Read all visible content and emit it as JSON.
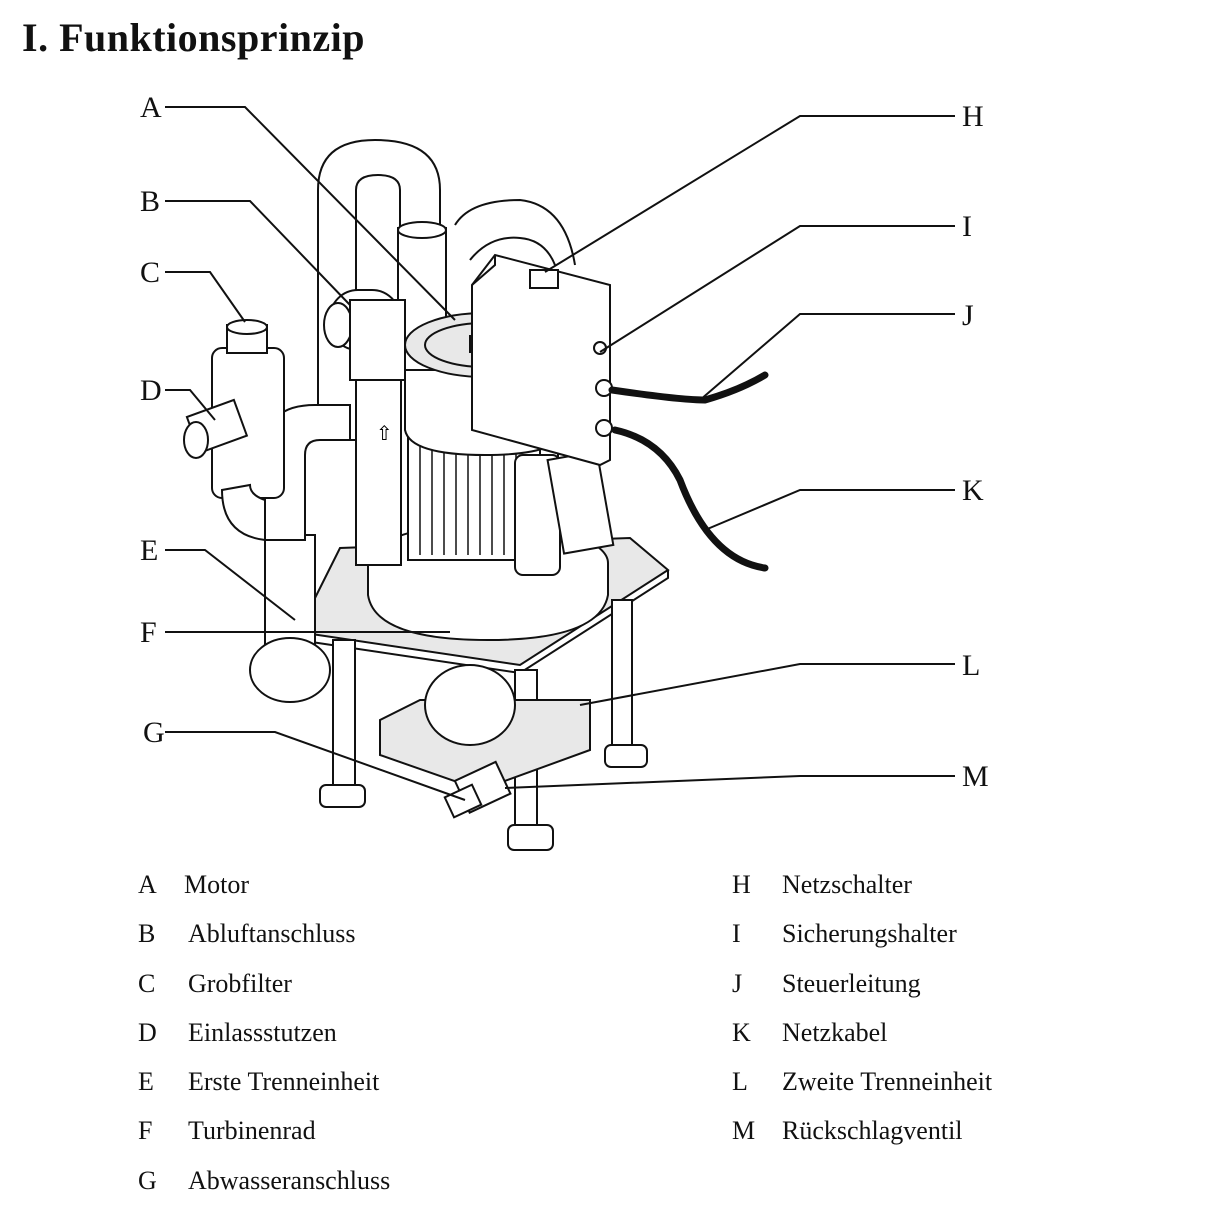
{
  "title": "I. Funktionsprinzip",
  "callouts": {
    "A": "A",
    "B": "B",
    "C": "C",
    "D": "D",
    "E": "E",
    "F": "F",
    "G": "G",
    "H": "H",
    "I": "I",
    "J": "J",
    "K": "K",
    "L": "L",
    "M": "M"
  },
  "legend_left": [
    {
      "letter": "A",
      "text": "Motor"
    },
    {
      "letter": "B",
      "text": "Abluftanschluss"
    },
    {
      "letter": "C",
      "text": "Grobfilter"
    },
    {
      "letter": "D",
      "text": "Einlassstutzen"
    },
    {
      "letter": "E",
      "text": "Erste Trenneinheit"
    },
    {
      "letter": "F",
      "text": "Turbinenrad"
    },
    {
      "letter": "G",
      "text": "Abwasseranschluss"
    }
  ],
  "legend_right": [
    {
      "letter": "H",
      "text": "Netzschalter"
    },
    {
      "letter": "I",
      "text": "Sicherungshalter"
    },
    {
      "letter": "J",
      "text": "Steuerleitung"
    },
    {
      "letter": "K",
      "text": "Netzkabel"
    },
    {
      "letter": "L",
      "text": "Zweite Trenneinheit"
    },
    {
      "letter": "M",
      "text": "Rückschlagventil"
    }
  ]
}
